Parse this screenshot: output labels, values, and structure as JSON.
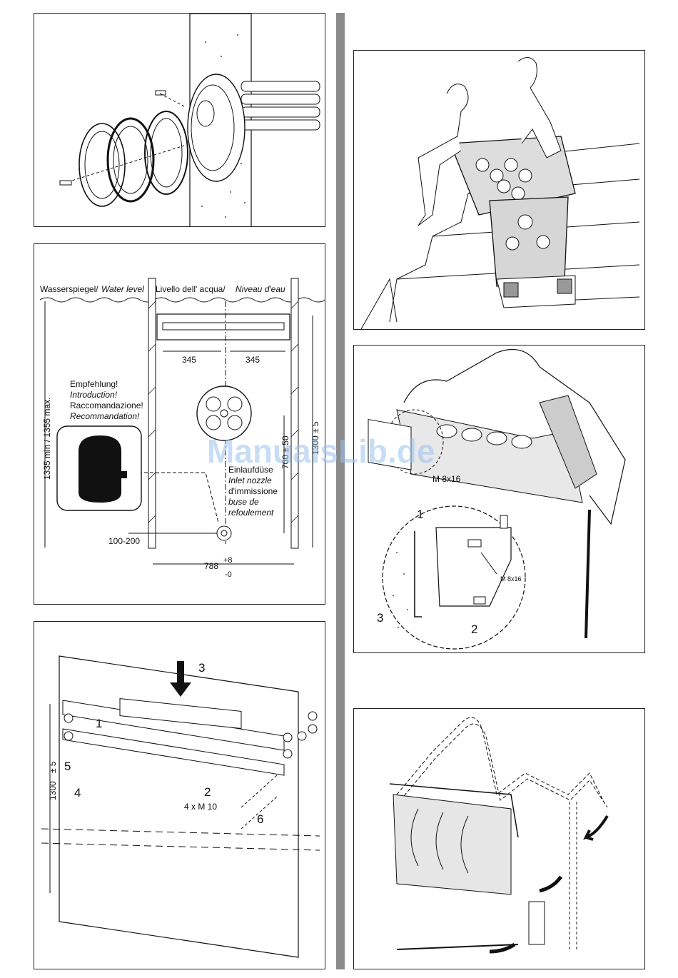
{
  "watermark": "ManualsLib.de",
  "panel2": {
    "water_level_de": "Wasserspiegel/",
    "water_level_en": "Water level",
    "livello_it": "Livello dell' acqua/",
    "niveau_fr": "Niveau d'eau",
    "dim_left": "345",
    "dim_right": "345",
    "dim_height": "1335 min / 1355 max.",
    "dim_1300": "1300 ± 5",
    "dim_700": "700 ± 50",
    "dim_100_200": "100-200",
    "dim_788": "788",
    "tol_plus": "+8",
    "tol_minus": "-0",
    "rec_de": "Empfehlung!",
    "rec_en": "Introduction!",
    "rec_it": "Raccomandazione!",
    "rec_fr": "Recommandation!",
    "nozzle_de": "Einlaufdüse",
    "nozzle_en": "Inlet nozzle",
    "nozzle_it1": "d'immissione",
    "nozzle_it2": "buse de",
    "nozzle_fr": "refoulement"
  },
  "panel3": {
    "n1": "1",
    "n2": "2",
    "n3": "3",
    "n4": "4",
    "n5": "5",
    "n6": "6",
    "screws": "4 x M 10",
    "dim_1300": "1300",
    "tol": "± 5"
  },
  "panel5": {
    "screw_label": "M 8x16",
    "screw_label_small": "M 8x16",
    "n1": "1",
    "n2": "2",
    "n3": "3"
  }
}
